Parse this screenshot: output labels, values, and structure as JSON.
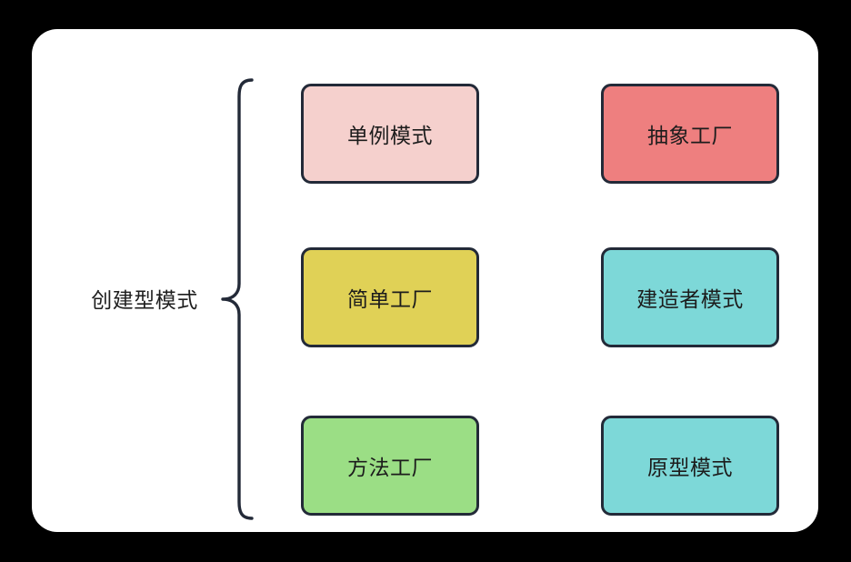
{
  "diagram": {
    "title": "创建型模式",
    "background_color": "#000000",
    "panel_color": "#FFFFFF",
    "border_color": "#232A38",
    "text_color": "#1C1C1C",
    "group": {
      "label": "创建型模式",
      "brace": "left-curly-brace"
    },
    "nodes": [
      {
        "id": "singleton",
        "label": "单例模式",
        "fill": "#F5D0CD",
        "col": 1,
        "row": 1
      },
      {
        "id": "abstract-factory",
        "label": "抽象工厂",
        "fill": "#EE7F7F",
        "col": 2,
        "row": 1
      },
      {
        "id": "simple-factory",
        "label": "简单工厂",
        "fill": "#E0D156",
        "col": 1,
        "row": 2
      },
      {
        "id": "builder",
        "label": "建造者模式",
        "fill": "#7DD8D8",
        "col": 2,
        "row": 2
      },
      {
        "id": "factory-method",
        "label": "方法工厂",
        "fill": "#9BDE85",
        "col": 1,
        "row": 3
      },
      {
        "id": "prototype",
        "label": "原型模式",
        "fill": "#7DD8D8",
        "col": 2,
        "row": 3
      }
    ]
  }
}
